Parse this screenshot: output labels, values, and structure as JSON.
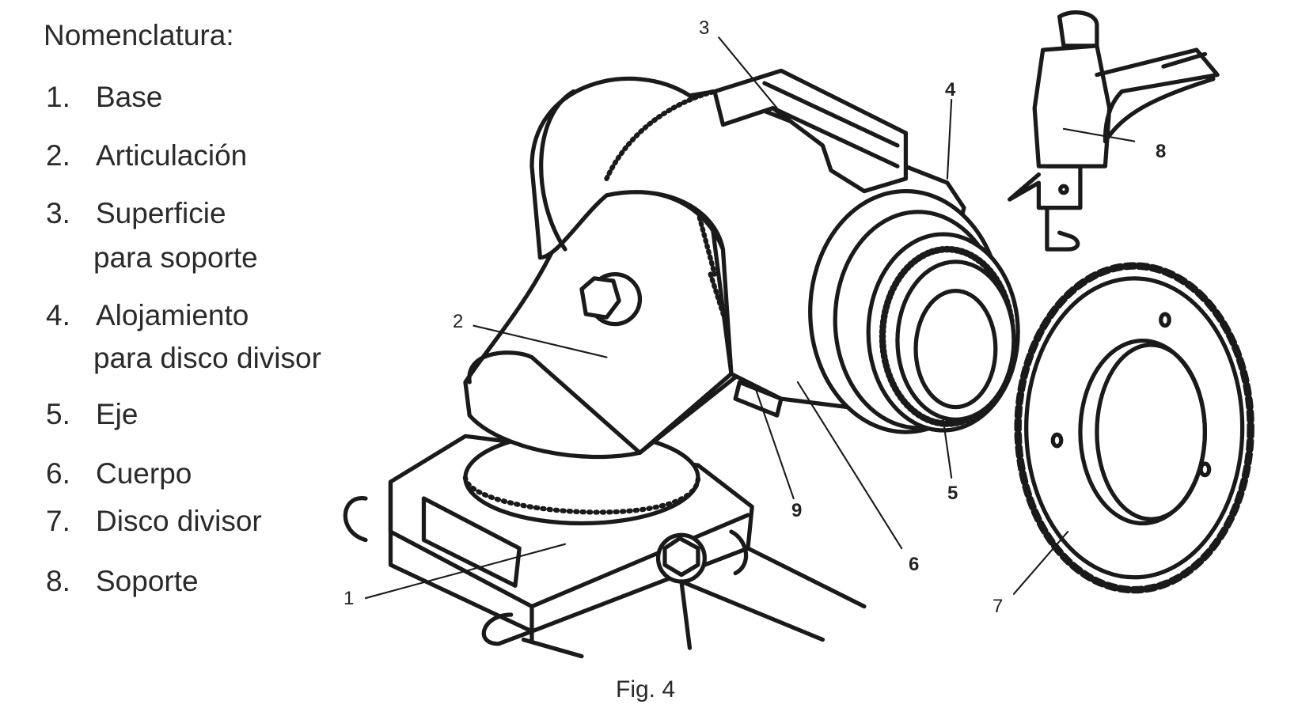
{
  "legend": {
    "title": "Nomenclatura:",
    "items": [
      {
        "num": "1.",
        "label": "Base"
      },
      {
        "num": "2.",
        "label": "Articulación"
      },
      {
        "num": "3.",
        "label": "Superficie",
        "label2": "para soporte"
      },
      {
        "num": "4.",
        "label": "Alojamiento",
        "label2": "para disco divisor"
      },
      {
        "num": "5.",
        "label": "Eje"
      },
      {
        "num": "6.",
        "label": "Cuerpo"
      },
      {
        "num": "7.",
        "label": "Disco divisor"
      },
      {
        "num": "8.",
        "label": "Soporte"
      }
    ]
  },
  "callouts": {
    "c1": "1",
    "c2": "2",
    "c3": "3",
    "c4": "4",
    "c5": "5",
    "c6": "6",
    "c7": "7",
    "c8": "8",
    "c9": "9"
  },
  "caption": "Fig. 4"
}
